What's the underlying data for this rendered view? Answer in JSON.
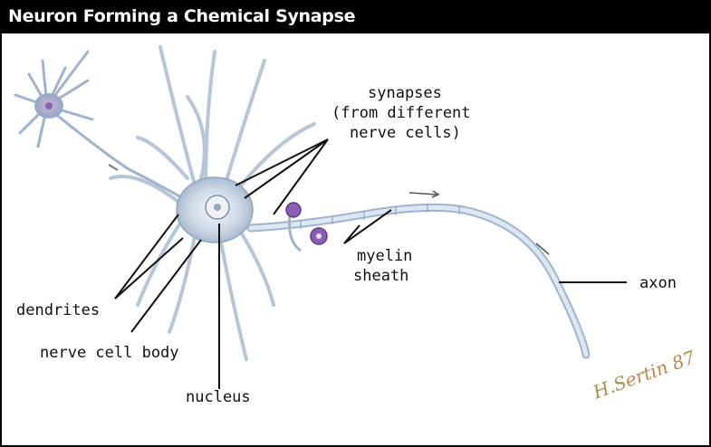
{
  "title": "Neuron Forming a Chemical Synapse",
  "labels": {
    "synapses_line1": "synapses",
    "synapses_line2": "(from different",
    "synapses_line3": "nerve cells)",
    "myelin_line1": "myelin",
    "myelin_line2": "sheath",
    "axon": "axon",
    "dendrites": "dendrites",
    "nerve_cell_body": "nerve cell body",
    "nucleus": "nucleus"
  },
  "colors": {
    "neuron_fill": "#dfe6f0",
    "neuron_stroke": "#8fa6c2",
    "axon_fill": "#cfe0ee",
    "synapse_knob": "#8a5fb5",
    "pointer_lines": "#111111",
    "title_background": "#000000",
    "title_text": "#ffffff"
  },
  "signature": "H.Sertin 87"
}
